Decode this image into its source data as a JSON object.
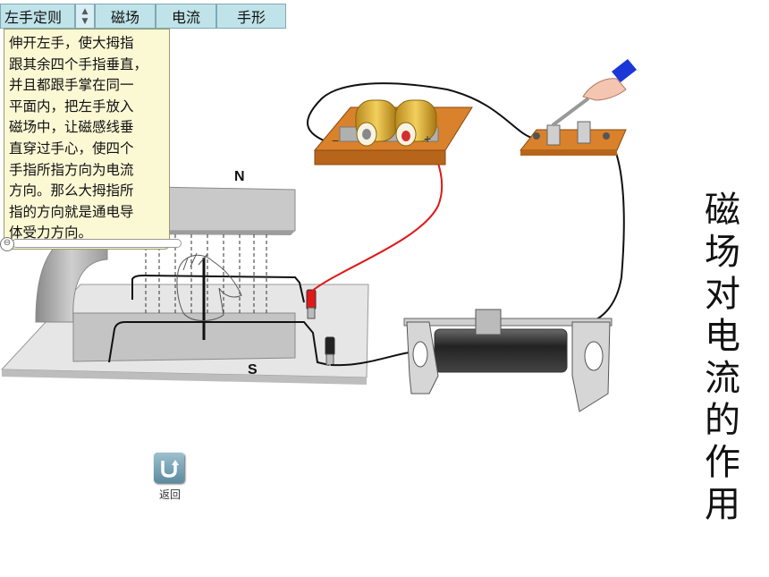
{
  "toolbar": {
    "tabs": [
      {
        "label": "左手定则"
      },
      {
        "label": "磁场"
      },
      {
        "label": "电流"
      },
      {
        "label": "手形"
      }
    ],
    "spinner": {
      "up": "▲",
      "down": "▼"
    }
  },
  "panel": {
    "text": "伸开左手，使大拇指\n跟其余四个手指垂直，\n并且都跟手掌在同一\n平面内，把左手放入\n磁场中，让磁感线垂\n直穿过手心，使四个\n手指所指方向为电流\n方向。那么大拇指所\n指的方向就是通电导\n体受力方向。"
  },
  "magnet": {
    "north_label": "N",
    "south_label": "S"
  },
  "battery": {
    "neg": "−",
    "pos": "+"
  },
  "title": "磁场对电流的作用",
  "back": {
    "label": "返回"
  },
  "colors": {
    "tab_bg": "#bfe3e8",
    "panel_bg": "#fbf8d4",
    "wire_red": "#e01818",
    "board": "#d9822b"
  }
}
